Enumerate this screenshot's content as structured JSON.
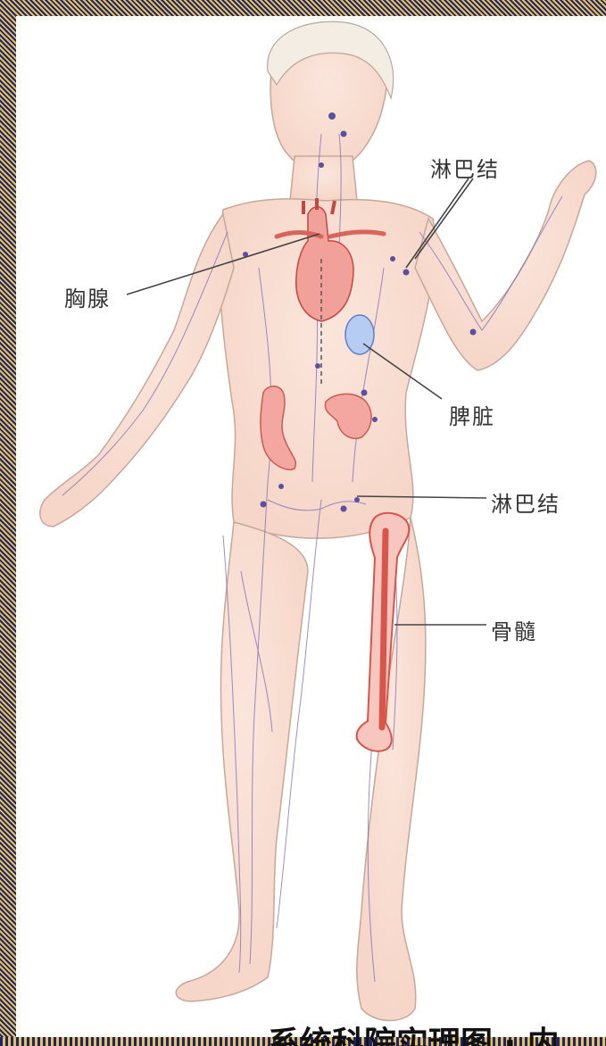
{
  "labels": {
    "lymph_node_top": "淋巴结",
    "thymus": "胸腺",
    "spleen": "脾脏",
    "lymph_node_mid": "淋巴结",
    "bone_marrow": "骨髓"
  },
  "caption": "系统科院实理图 · 内"
}
